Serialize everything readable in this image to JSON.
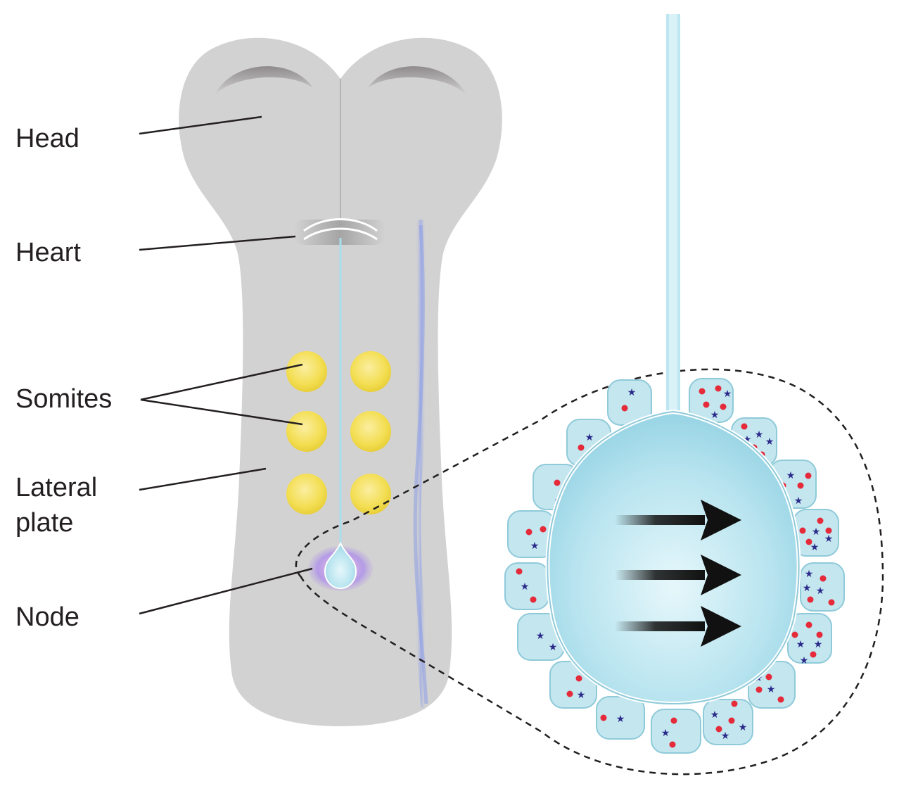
{
  "labels": {
    "head": "Head",
    "heart": "Heart",
    "somites": "Somites",
    "lateral_plate_line1": "Lateral",
    "lateral_plate_line2": "plate",
    "node": "Node"
  },
  "colors": {
    "embryo_fill": "#d3d2d2",
    "somite_fill": "#f3de52",
    "node_fluid": "#a9dfec",
    "cell_fill": "#c3e6ef",
    "cell_outline": "#8fcad9",
    "marker_red": "#e52a3a",
    "marker_blue": "#2b2a8a",
    "leader_line": "#231f20",
    "arrow": "#111111",
    "lateral_plate_stripe": "#9aa8e6"
  },
  "icons": {
    "flow_arrow": "right-arrow-icon",
    "red_marker": "hexagon-marker",
    "blue_marker": "star-marker"
  }
}
